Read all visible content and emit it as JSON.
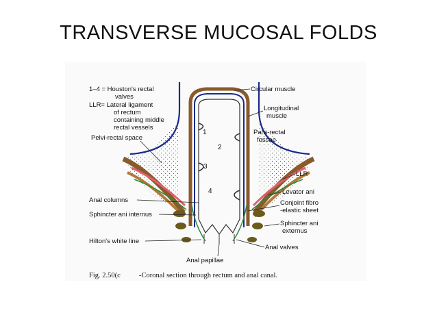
{
  "title": "TRANSVERSE MUCOSAL FOLDS",
  "key": {
    "line1": "1–4 = Houston's rectal",
    "line2": "valves",
    "line3": "LLR= Lateral ligament",
    "line4": "of rectum",
    "line5": "containing middle",
    "line6": "rectal vessels"
  },
  "labels": {
    "pelvi_rectal_space": "Pelvi-rectal space",
    "circular_muscle": "Circular muscle",
    "longitudinal_muscle_1": "Longitudinal",
    "longitudinal_muscle_2": "muscle",
    "para_rectal_1": "Para-rectal",
    "para_rectal_2": "fossae",
    "llr": "LLR",
    "levator_ani": "Levator ani",
    "conjoint_1": "Conjoint fibro",
    "conjoint_2": "-elastic sheet",
    "sphincter_externus_1": "Sphincter ani",
    "sphincter_externus_2": "externus",
    "anal_valves": "Anal valves",
    "anal_papillae": "Anal papillae",
    "hiltons_white_line": "Hilton's white line",
    "sphincter_internus": "Sphincter ani internus",
    "anal_columns": "Anal columns"
  },
  "valve_numbers": {
    "v1": "1",
    "v2": "2",
    "v3": "3",
    "v4": "4"
  },
  "caption": {
    "fig": "Fig. 2.50(c",
    "text": "-Coronal section through rectum and anal canal."
  },
  "colors": {
    "brown": "#8a5a2b",
    "navy": "#1a2a8a",
    "pink": "#e06070",
    "green": "#2e8b3a",
    "olive": "#6b5a1e"
  }
}
